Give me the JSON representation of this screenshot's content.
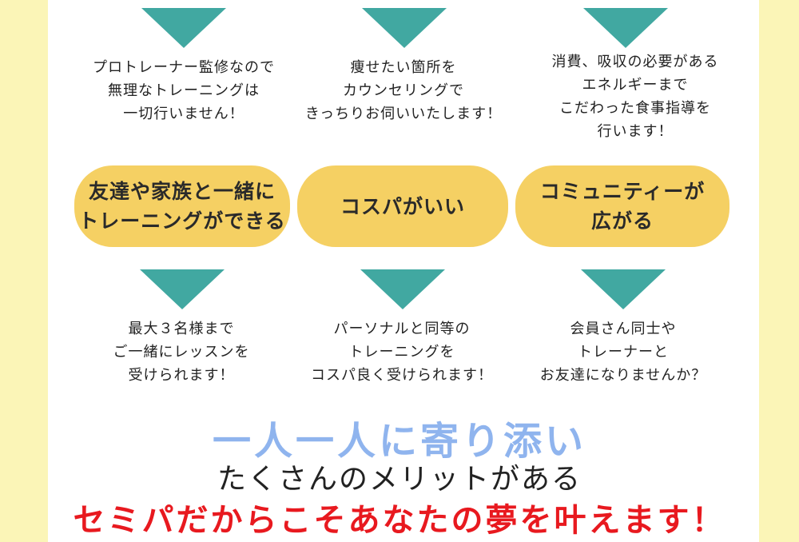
{
  "top_row": {
    "items": [
      {
        "lines": [
          "プロトレーナー監修なので",
          "無理なトレーニングは",
          "一切行いません！"
        ]
      },
      {
        "lines": [
          "痩せたい箇所を",
          "カウンセリングで",
          "きっちりお伺いいたします！"
        ]
      },
      {
        "lines": [
          "消費、吸収の必要がある",
          "エネルギーまで",
          "こだわった食事指導を",
          "行います！"
        ]
      }
    ]
  },
  "pills": [
    {
      "lines": [
        "友達や家族と一緒に",
        "トレーニングができる"
      ]
    },
    {
      "lines": [
        "コスパがいい"
      ]
    },
    {
      "lines": [
        "コミュニティーが",
        "広がる"
      ]
    }
  ],
  "bottom_row": {
    "items": [
      {
        "lines": [
          "最大３名様まで",
          "ご一緒にレッスンを",
          "受けられます！"
        ]
      },
      {
        "lines": [
          "パーソナルと同等の",
          "トレーニングを",
          "コスパ良く受けられます！"
        ]
      },
      {
        "lines": [
          "会員さん同士や",
          "トレーナーと",
          "お友達になりませんか？"
        ]
      }
    ]
  },
  "footer": {
    "headline": "一人一人に寄り添い",
    "subline": "たくさんのメリットがある",
    "slogan": "セミパだからこそあなたの夢を叶えます！"
  },
  "colors": {
    "background": "#fbf5b7",
    "panel": "#ffffff",
    "triangle": "#41a8a1",
    "pill": "#f5d063",
    "headline": "#8fb4ee",
    "slogan": "#e8191f"
  },
  "icons": {
    "triangle": "down-triangle-icon"
  }
}
